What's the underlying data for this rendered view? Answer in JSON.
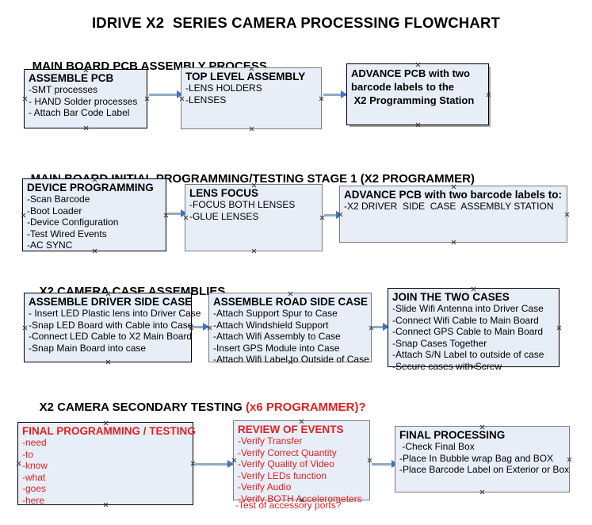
{
  "document": {
    "title": "IDRIVE X2  SERIES CAMERA PROCESSING FLOWCHART"
  },
  "sections": [
    {
      "id": "main-board-pcb-assembly",
      "heading": "MAIN BOARD PCB ASSEMBLY PROCESS",
      "heading_suffix": "",
      "boxes": [
        {
          "id": "assemble-pcb",
          "title": "ASSEMBLE PCB",
          "lines": [
            "-SMT processes",
            "- HAND Solder processes",
            "- Attach Bar Code Label"
          ]
        },
        {
          "id": "top-level-assembly",
          "title": "TOP LEVEL ASSEMBLY",
          "lines": [
            "-LENS HOLDERS",
            "-LENSES"
          ]
        },
        {
          "id": "advance-pcb-programming-station",
          "title": "ADVANCE PCB with two",
          "lines": [
            "barcode labels to the",
            " X2 Programming Station"
          ]
        }
      ]
    },
    {
      "id": "main-board-initial-programming",
      "heading": "MAIN BOARD INITIAL PROGRAMMING/TESTING STAGE 1 (X2 PROGRAMMER)",
      "heading_suffix": "",
      "boxes": [
        {
          "id": "device-programming",
          "title": "DEVICE PROGRAMMING",
          "lines": [
            "-Scan Barcode",
            "-Boot Loader",
            "-Device Configuration",
            "-Test Wired Events",
            "-AC SYNC"
          ]
        },
        {
          "id": "lens-focus",
          "title": "LENS FOCUS",
          "lines": [
            "-FOCUS BOTH LENSES",
            "-GLUE LENSES"
          ]
        },
        {
          "id": "advance-pcb-driver-side-case",
          "title": "ADVANCE PCB with two barcode labels to:",
          "lines": [
            "-X2 DRIVER  SIDE  CASE  ASSEMBLY STATION"
          ]
        }
      ]
    },
    {
      "id": "x2-camera-case-assemblies",
      "heading": "X2 CAMERA CASE ASSEMBLIES",
      "heading_suffix": "",
      "boxes": [
        {
          "id": "assemble-driver-side-case",
          "title": "ASSEMBLE DRIVER SIDE CASE",
          "lines": [
            "- Insert LED Plastic lens into Driver Case",
            "-Snap LED Board with Cable into Case",
            "-Connect LED Cable to X2 Main Board",
            "-Snap Main Board into case"
          ]
        },
        {
          "id": "assemble-road-side-case",
          "title": "ASSEMBLE ROAD SIDE CASE",
          "lines": [
            "-Attach Support Spur to Case",
            "-Attach Windshield Support",
            "-Attach Wifi Assembly to Case",
            "-Insert GPS Module into Case",
            "-Attach Wifi Label to Outside of Case"
          ]
        },
        {
          "id": "join-the-two-cases",
          "title": "JOIN THE TWO CASES",
          "lines": [
            "-Slide Wifi Antenna into Driver Case",
            "-Connect Wifi Cable to Main Board",
            "-Connect GPS Cable to Main Board",
            "-Snap Cases Together",
            "-Attach S/N Label to outside of case",
            "-Secure cases with Screw"
          ]
        }
      ]
    },
    {
      "id": "x2-camera-secondary-testing",
      "heading": "X2 CAMERA SECONDARY TESTING ",
      "heading_suffix": "(x6 PROGRAMMER)?",
      "boxes": [
        {
          "id": "final-programming-testing",
          "title": "FINAL PROGRAMMING / TESTING",
          "lines": [
            "-need",
            "-to",
            "-know",
            "-what",
            "-goes",
            "-here"
          ]
        },
        {
          "id": "review-of-events",
          "title": "REVIEW OF EVENTS",
          "lines": [
            "-Verify Transfer",
            "-Verify Correct Quantity",
            "-Verify Quality of Video",
            "-Verify LEDs function",
            "-Verify Audio",
            "-Verify BOTH Accelerometers"
          ],
          "overflow_line": "-Test of accessory ports?"
        },
        {
          "id": "final-processing",
          "title": "FINAL PROCESSING",
          "lines": [
            " -Check Final Box",
            "-Place In Bubble wrap Bag and BOX",
            "-Place Barcode Label on Exterior or Box"
          ]
        }
      ]
    }
  ],
  "colors": {
    "box_fill": "#e8eef8",
    "box_border": "#000000",
    "box_border_gray": "#7b7b7b",
    "text": "#000000",
    "red_text": "#e02020",
    "connector_line": "#8faac4",
    "arrowhead": "#4472c4"
  }
}
